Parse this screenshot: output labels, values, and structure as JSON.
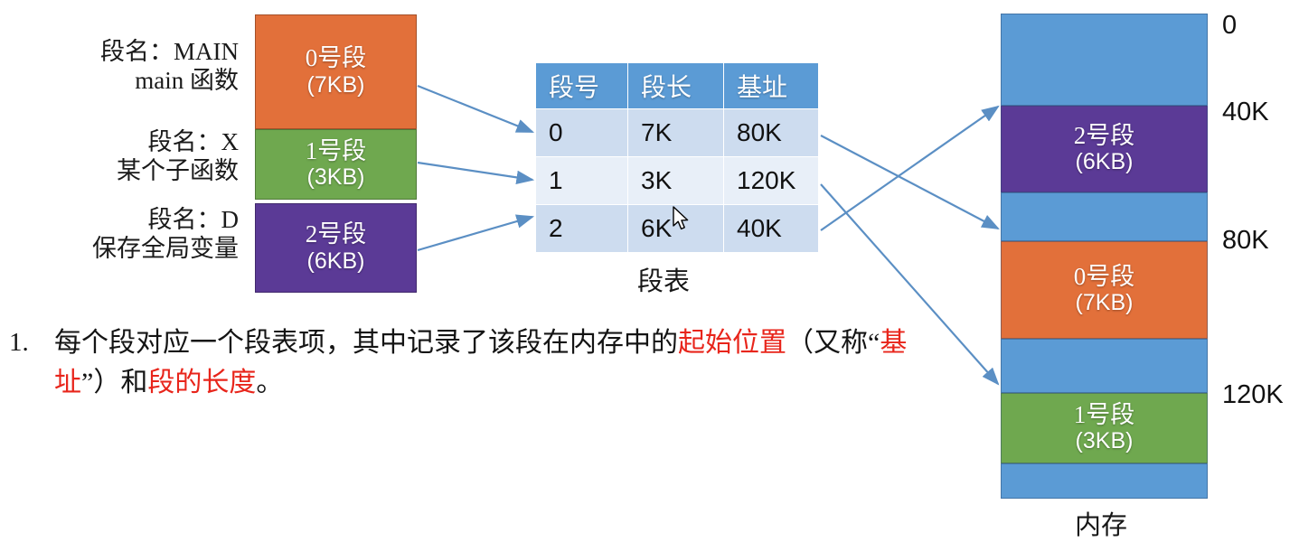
{
  "slide": {
    "memory_caption": "内存",
    "table_caption": "段表"
  },
  "logical_segments": [
    {
      "label_line1": "段名：MAIN",
      "label_line2": "main 函数",
      "name": "0号段",
      "size": "(7KB)",
      "color": "#E2703A"
    },
    {
      "label_line1": "段名：X",
      "label_line2": "某个子函数",
      "name": "1号段",
      "size": "(3KB)",
      "color": "#6FA84F"
    },
    {
      "label_line1": "段名：D",
      "label_line2": "保存全局变量",
      "name": "2号段",
      "size": "(6KB)",
      "color": "#5B3A96"
    }
  ],
  "segment_table": {
    "headers": [
      "段号",
      "段长",
      "基址"
    ],
    "rows": [
      [
        "0",
        "7K",
        "80K"
      ],
      [
        "1",
        "3K",
        "120K"
      ],
      [
        "2",
        "6K",
        "40K"
      ]
    ],
    "header_color": "#5B9BD5"
  },
  "memory": {
    "free_color": "#5B9BD5",
    "blocks": [
      {
        "kind": "free",
        "name": "",
        "size": "",
        "color": "#5B9BD5"
      },
      {
        "kind": "segment",
        "name": "2号段",
        "size": "(6KB)",
        "color": "#5B3A96"
      },
      {
        "kind": "free",
        "name": "",
        "size": "",
        "color": "#5B9BD5"
      },
      {
        "kind": "segment",
        "name": "0号段",
        "size": "(7KB)",
        "color": "#E2703A"
      },
      {
        "kind": "free",
        "name": "",
        "size": "",
        "color": "#5B9BD5"
      },
      {
        "kind": "segment",
        "name": "1号段",
        "size": "(3KB)",
        "color": "#6FA84F"
      },
      {
        "kind": "free",
        "name": "",
        "size": "",
        "color": "#5B9BD5"
      }
    ],
    "address_marks": [
      "0",
      "40K",
      "80K",
      "120K"
    ]
  },
  "note": {
    "number": "1.",
    "part1": "每个段对应一个段表项，其中记录了该段在内存中的",
    "hl1": "起始位置",
    "part2": "（又称“",
    "hl2": "基址",
    "part3": "”）和",
    "hl3": "段的长度",
    "part4": "。"
  },
  "colors": {
    "arrow": "#5B8FC4",
    "highlight": "#e8251b"
  }
}
